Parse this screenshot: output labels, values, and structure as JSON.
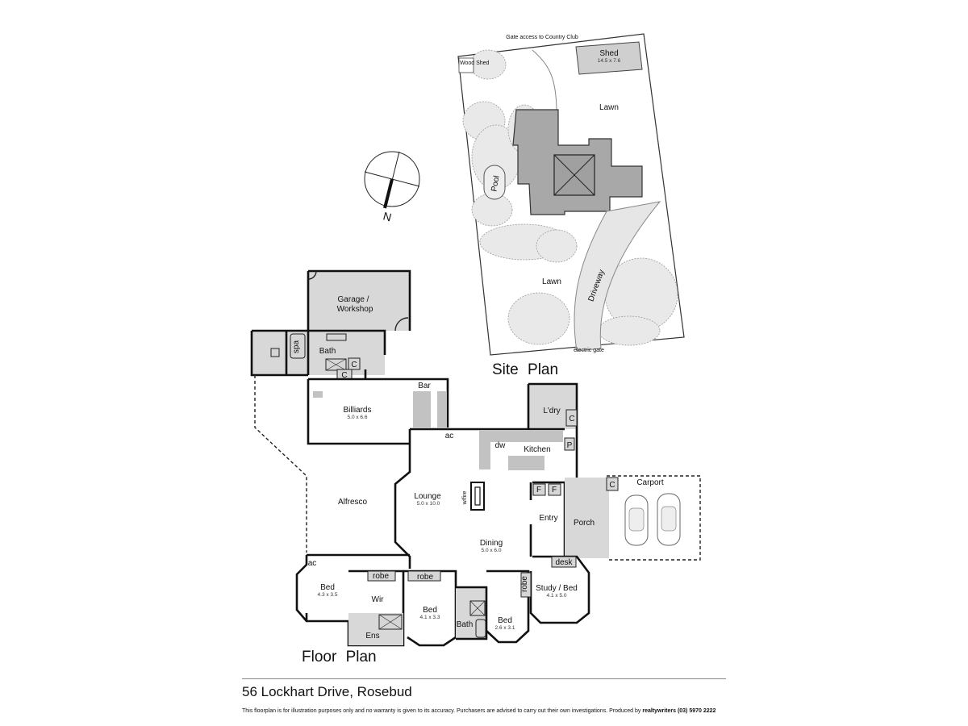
{
  "site_plan": {
    "title": "Site Plan",
    "labels": {
      "gate": "Gate access to Country Club",
      "wood_shed": "Wood Shed",
      "shed": "Shed",
      "shed_dims": "14.5 x 7.6",
      "lawn_top": "Lawn",
      "lawn_bottom": "Lawn",
      "pool": "Pool",
      "driveway": "Driveway",
      "electric_gate": "electric gate"
    }
  },
  "compass": {
    "label": "N"
  },
  "floor_plan": {
    "title": "Floor Plan",
    "rooms": {
      "garage": "Garage / Workshop",
      "garage_line1": "Garage /",
      "garage_line2": "Workshop",
      "spa": "spa",
      "bath_top": "Bath",
      "c_bath": "C",
      "c_hall": "C",
      "bar": "Bar",
      "billiards": "Billiards",
      "billiards_dims": "5.0 x 6.6",
      "ac_top": "ac",
      "dw": "dw",
      "kitchen": "Kitchen",
      "laundry": "L'dry",
      "c_laundry": "C",
      "p_pantry": "P",
      "alfresco": "Alfresco",
      "lounge": "Lounge",
      "lounge_dims": "5.0 x 10.0",
      "wfire": "w/fire",
      "f1": "F",
      "f2": "F",
      "entry": "Entry",
      "porch": "Porch",
      "carport": "Carport",
      "c_carport": "C",
      "dining": "Dining",
      "dining_dims": "5.0 x 6.0",
      "desk": "desk",
      "ac_bottom": "ac",
      "bed1": "Bed",
      "bed1_dims": "4.3 x 3.5",
      "robe1": "robe",
      "robe2": "robe",
      "robe3": "robe",
      "wir": "Wir",
      "ens": "Ens",
      "bed2": "Bed",
      "bed2_dims": "4.1 x 3.3",
      "bath_bottom": "Bath",
      "bed3": "Bed",
      "bed3_dims": "2.6 x 3.1",
      "study": "Study / Bed",
      "study_dims": "4.1 x 5.0"
    }
  },
  "address": "56 Lockhart Drive, Rosebud",
  "disclaimer": {
    "text": "This floorplan is for illustration purposes only and no warranty is given to its accuracy. Purchasers are advised to carry out their own investigations. Produced by",
    "brand": "realtywriters",
    "phone": "(03) 5970 2222"
  }
}
